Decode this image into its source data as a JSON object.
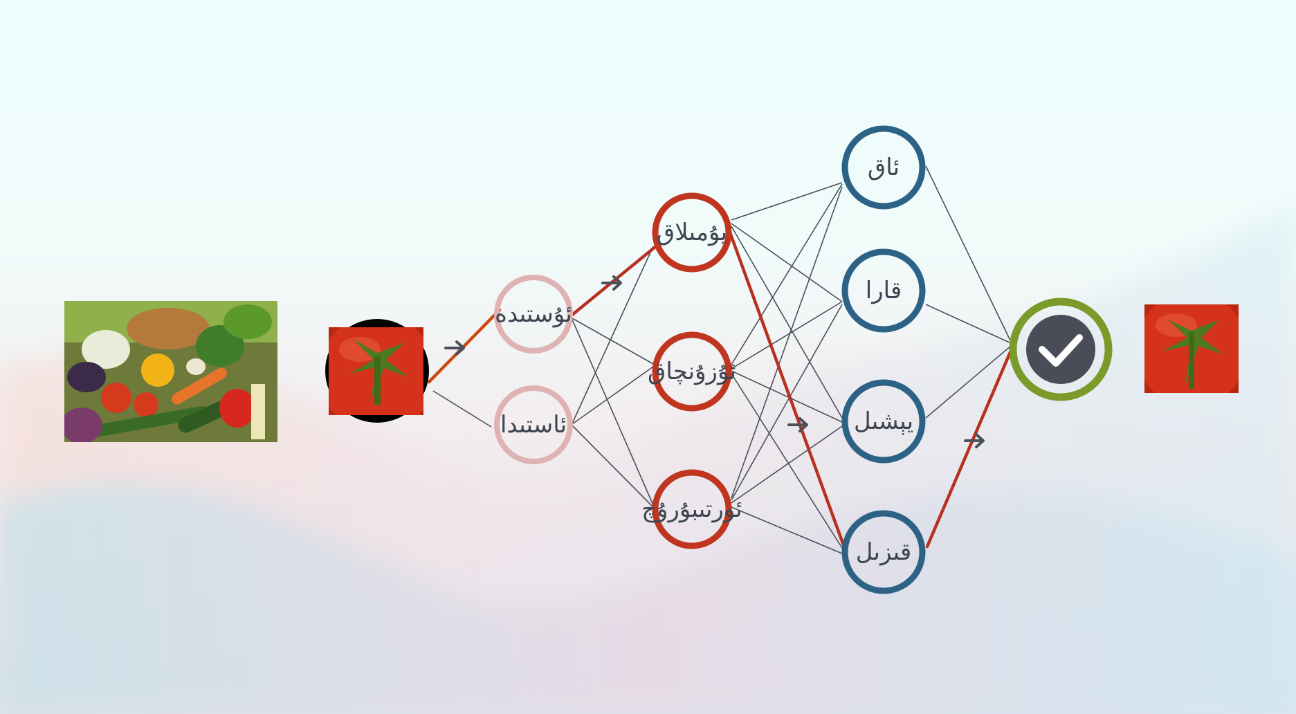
{
  "colors": {
    "edge": "#4a4f58",
    "highlight": "#b8301f",
    "highlight_start": "#c94a0e",
    "layer1_ring": "#dfb3b3",
    "layer2_ring": "#c0351f",
    "layer3_ring": "#2d6287",
    "output_ring": "#7a9a2a",
    "output_fill": "#4a4d57",
    "tomato_red": "#d4321b",
    "tomato_leaf": "#4d7a22"
  },
  "nodes": {
    "layer1": [
      {
        "id": "a1",
        "label": "ئۇستىدە"
      },
      {
        "id": "a2",
        "label": "ئاستىدا"
      }
    ],
    "layer2": [
      {
        "id": "b1",
        "label": "يۇمىلاق"
      },
      {
        "id": "b2",
        "label": "ئۇزۇنچاق"
      },
      {
        "id": "b3",
        "label": "ئورتىبۇرۇچ"
      }
    ],
    "layer3": [
      {
        "id": "c1",
        "label": "ئاق"
      },
      {
        "id": "c2",
        "label": "قارا"
      },
      {
        "id": "c3",
        "label": "يېشىل"
      },
      {
        "id": "c4",
        "label": "قىزىل"
      }
    ],
    "output": {
      "id": "out",
      "icon": "checkmark-icon"
    }
  },
  "images": {
    "source": "vegetables-photo",
    "input": "tomato-photo",
    "result": "tomato-photo"
  },
  "highlighted_path": [
    "input",
    "a1",
    "b1",
    "c4",
    "out"
  ]
}
